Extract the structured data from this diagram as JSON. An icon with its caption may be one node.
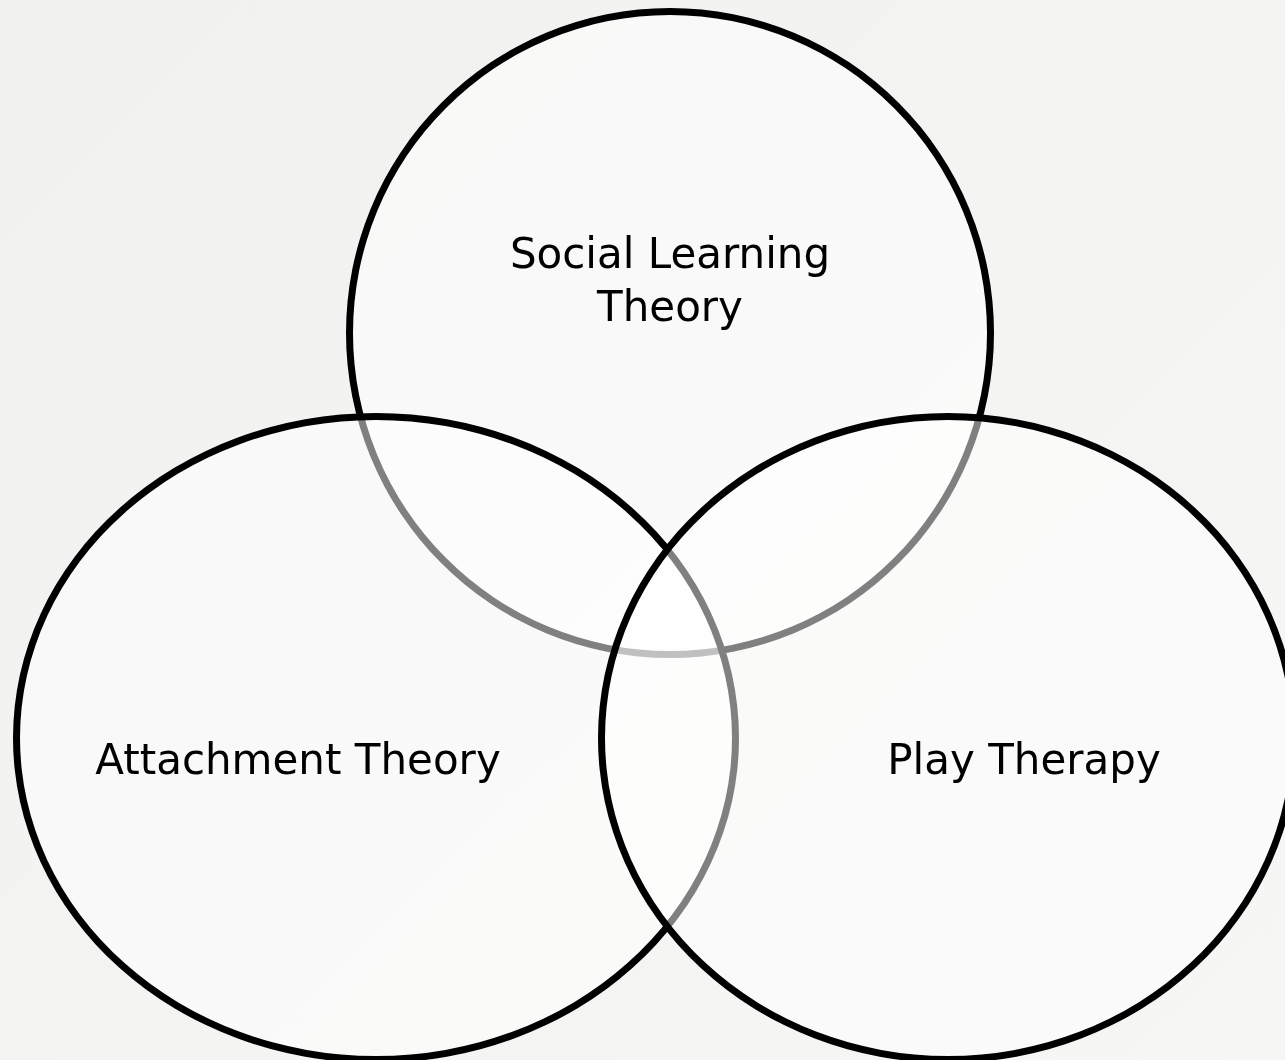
{
  "diagram": {
    "nodes": [
      {
        "text": [
          "Social Learning Theory"
        ]
      },
      {
        "text": [
          "Attachment Theory"
        ]
      },
      {
        "text": [
          "Play Therapy"
        ]
      }
    ]
  }
}
